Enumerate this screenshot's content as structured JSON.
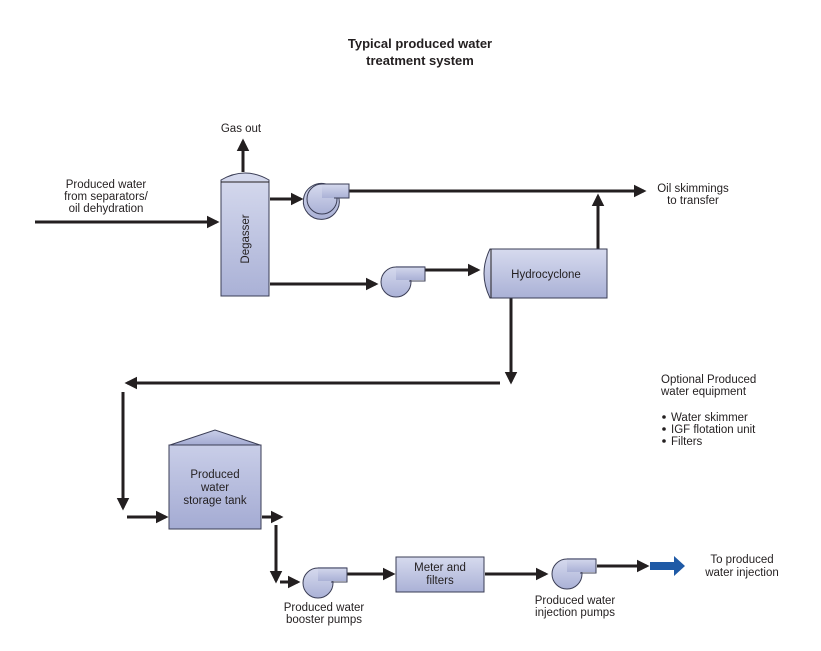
{
  "title": [
    "Typical produced water",
    "treatment system"
  ],
  "labels": {
    "gas_out": "Gas out",
    "inlet": [
      "Produced water",
      "from separators/",
      "oil dehydration"
    ],
    "degasser": "Degasser",
    "hydrocyclone": "Hydrocyclone",
    "oil_skimmings": [
      "Oil skimmings",
      "to transfer"
    ],
    "storage_tank": [
      "Produced",
      "water",
      "storage tank"
    ],
    "meter_filters": [
      "Meter and",
      "filters"
    ],
    "booster_pumps": [
      "Produced water",
      "booster pumps"
    ],
    "injection_pumps": [
      "Produced water",
      "injection pumps"
    ],
    "to_injection": [
      "To produced",
      "water injection"
    ]
  },
  "optional": {
    "heading": [
      "Optional Produced",
      "water equipment"
    ],
    "items": [
      "Water skimmer",
      "IGF flotation unit",
      "Filters"
    ]
  },
  "colors": {
    "equipment_fill": "#b9bfde",
    "equipment_fill_light": "#d6daee",
    "equipment_stroke": "#3a3d55",
    "flow_line": "#231f20",
    "outlet_arrow": "#1f5aa6"
  }
}
